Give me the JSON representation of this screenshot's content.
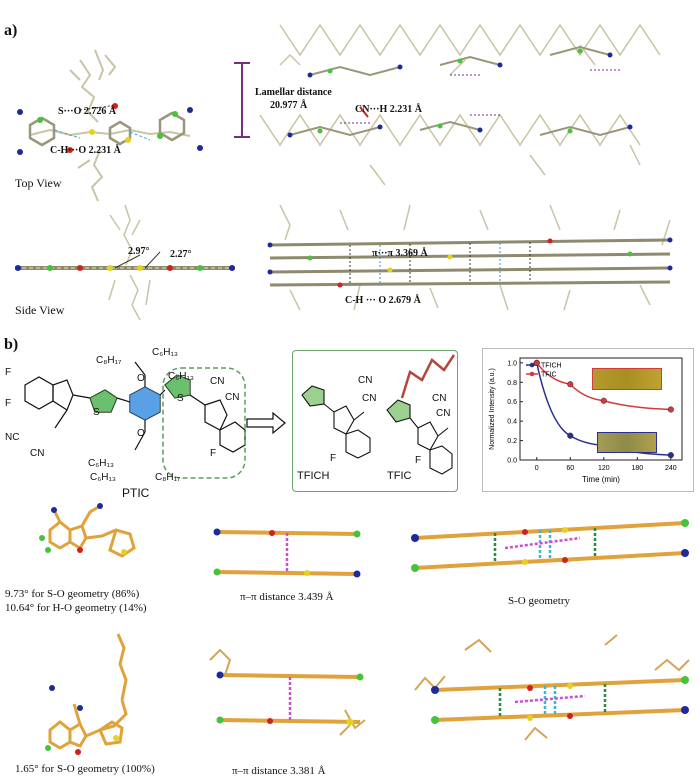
{
  "panel_a": {
    "label": "a)",
    "top_view": "Top View",
    "side_view": "Side View",
    "so_contact": "S···O 2.726 Å",
    "ch_o_top": "C-H···O 2.231 Å",
    "lamellar_title": "Lamellar distance",
    "lamellar_value": "20.977 Å",
    "cn_h": "CN···H 2.231 Å",
    "angle1": "2.97°",
    "angle2": "2.27°",
    "pi_pi": "π···π 3.369 Å",
    "ch_o_side": "C-H ··· O  2.679 Å"
  },
  "panel_b": {
    "label": "b)",
    "ptic": "PTIC",
    "c8h17_a": "C₈H₁₇",
    "c6h13_a": "C₆H₁₃",
    "c6h13_b": "C₆H₁₃",
    "c8h17_b": "C₈H₁₇",
    "c6h13_c": "C₆H₁₃",
    "c6h13_d": "C₆H₁₃",
    "tfich": "TFICH",
    "tfic": "TFIC",
    "atoms": {
      "F": "F",
      "O": "O",
      "S": "S",
      "NC": "NC",
      "CN": "CN"
    }
  },
  "chart_data": {
    "type": "line",
    "xlabel": "Time (min)",
    "ylabel": "Normalized Intensity (a.u.)",
    "xlim": [
      -30,
      260
    ],
    "ylim": [
      0,
      1.05
    ],
    "xticks": [
      0,
      60,
      120,
      180,
      240
    ],
    "yticks": [
      0.0,
      0.2,
      0.4,
      0.6,
      0.8,
      1.0
    ],
    "series": [
      {
        "name": "TFICH",
        "color": "#2a2f8f",
        "x": [
          0,
          60,
          120,
          240
        ],
        "y": [
          1.0,
          0.25,
          0.15,
          0.05
        ]
      },
      {
        "name": "TFIC",
        "color": "#d43a3a",
        "x": [
          0,
          60,
          120,
          240
        ],
        "y": [
          1.0,
          0.78,
          0.61,
          0.52
        ]
      }
    ],
    "legend": "top-left"
  },
  "bottom": {
    "tfich_cap1": "9.73° for S-O geometry (86%)",
    "tfich_cap2": "10.64° for H-O geometry (14%)",
    "tfich_pipi": "π–π distance 3.439 Å",
    "tfich_so": "S-O geometry",
    "tfic_cap": "1.65° for S-O geometry (100%)",
    "tfic_pipi": "π–π distance 3.381 Å"
  },
  "colors": {
    "carbon_gray": "#bfbf9a",
    "carbon_orange": "#e0a23a",
    "nitrogen": "#1d2a9c",
    "fluorine": "#46c23c",
    "oxygen": "#d02020",
    "sulfur": "#e6d21e",
    "purple": "#7b2c83",
    "box_green": "#6aa56a",
    "benzene_blue": "#3d8fe0"
  }
}
